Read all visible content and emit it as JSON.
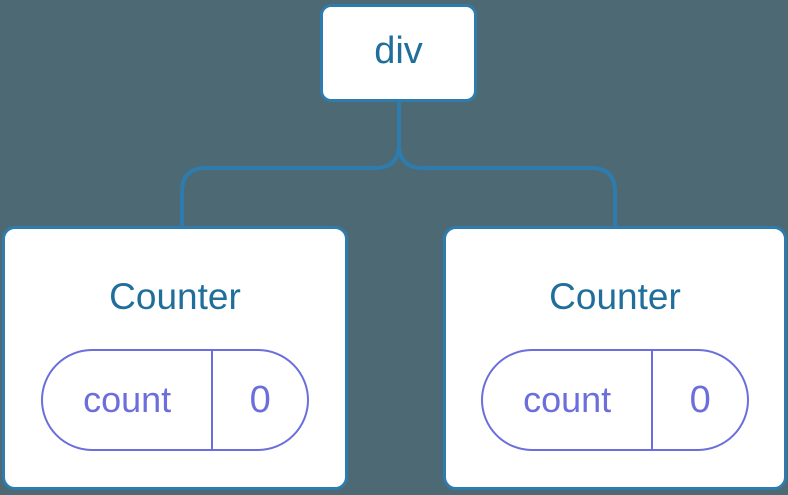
{
  "diagram": {
    "type": "component-tree",
    "root": {
      "label": "div"
    },
    "children": [
      {
        "title": "Counter",
        "state": {
          "key": "count",
          "value": "0"
        }
      },
      {
        "title": "Counter",
        "state": {
          "key": "count",
          "value": "0"
        }
      }
    ],
    "colors": {
      "background": "#4D6973",
      "node_stroke": "#2E7CAD",
      "node_fill": "#FFFFFF",
      "label_text": "#1F6E9C",
      "state_accent": "#6B6EDB"
    }
  }
}
